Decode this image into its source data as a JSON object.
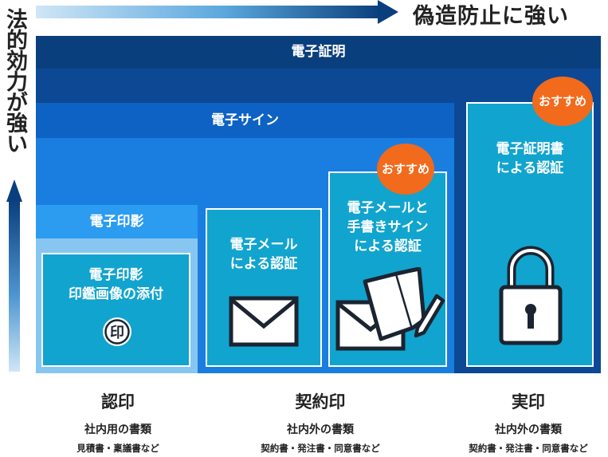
{
  "header": {
    "horizontal_label": "偽造防止に強い",
    "vertical_label": "法的効力が強い"
  },
  "panels": {
    "certificate": "電子証明",
    "signature": "電子サイン",
    "stamp_image": "電子印影"
  },
  "cards": {
    "stamp": "電子印影\n印鑑画像の添付",
    "stamp_icon_char": "印",
    "email": "電子メール\nによる認証",
    "handwritten": "電子メールと\n手書きサイン\nによる認証",
    "certificate": "電子証明書\nによる認証"
  },
  "badges": {
    "recommended_1": "おすすめ",
    "recommended_2": "おすすめ"
  },
  "categories": [
    {
      "title": "認印",
      "subtitle": "社内用の書類",
      "examples": "見積書・稟議書など"
    },
    {
      "title": "契約印",
      "subtitle": "社内外の書類",
      "examples": "契約書・発注書・同意書など"
    },
    {
      "title": "実印",
      "subtitle": "社内外の書類",
      "examples": "契約書・発注書・同意書など"
    }
  ],
  "colors": {
    "navy": "#0a3f7e",
    "signature_blue": "#0d62c4",
    "stamp_blue": "#2b9cf0",
    "card_teal": "#11a4cf",
    "badge_orange": "#f26a1b"
  },
  "icons": [
    "stamp-seal-icon",
    "envelope-icon",
    "envelope-pen-icon",
    "padlock-icon"
  ]
}
